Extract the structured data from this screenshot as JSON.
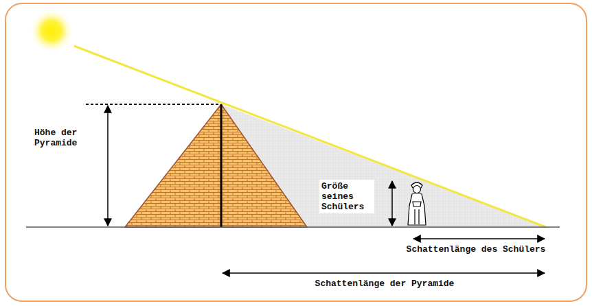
{
  "diagram": {
    "labels": [
      "Höhe der Pyramide",
      "Größe seines Schülers",
      "Schattenlänge des Schülers",
      "Schattenlänge der Pyramide"
    ]
  }
}
